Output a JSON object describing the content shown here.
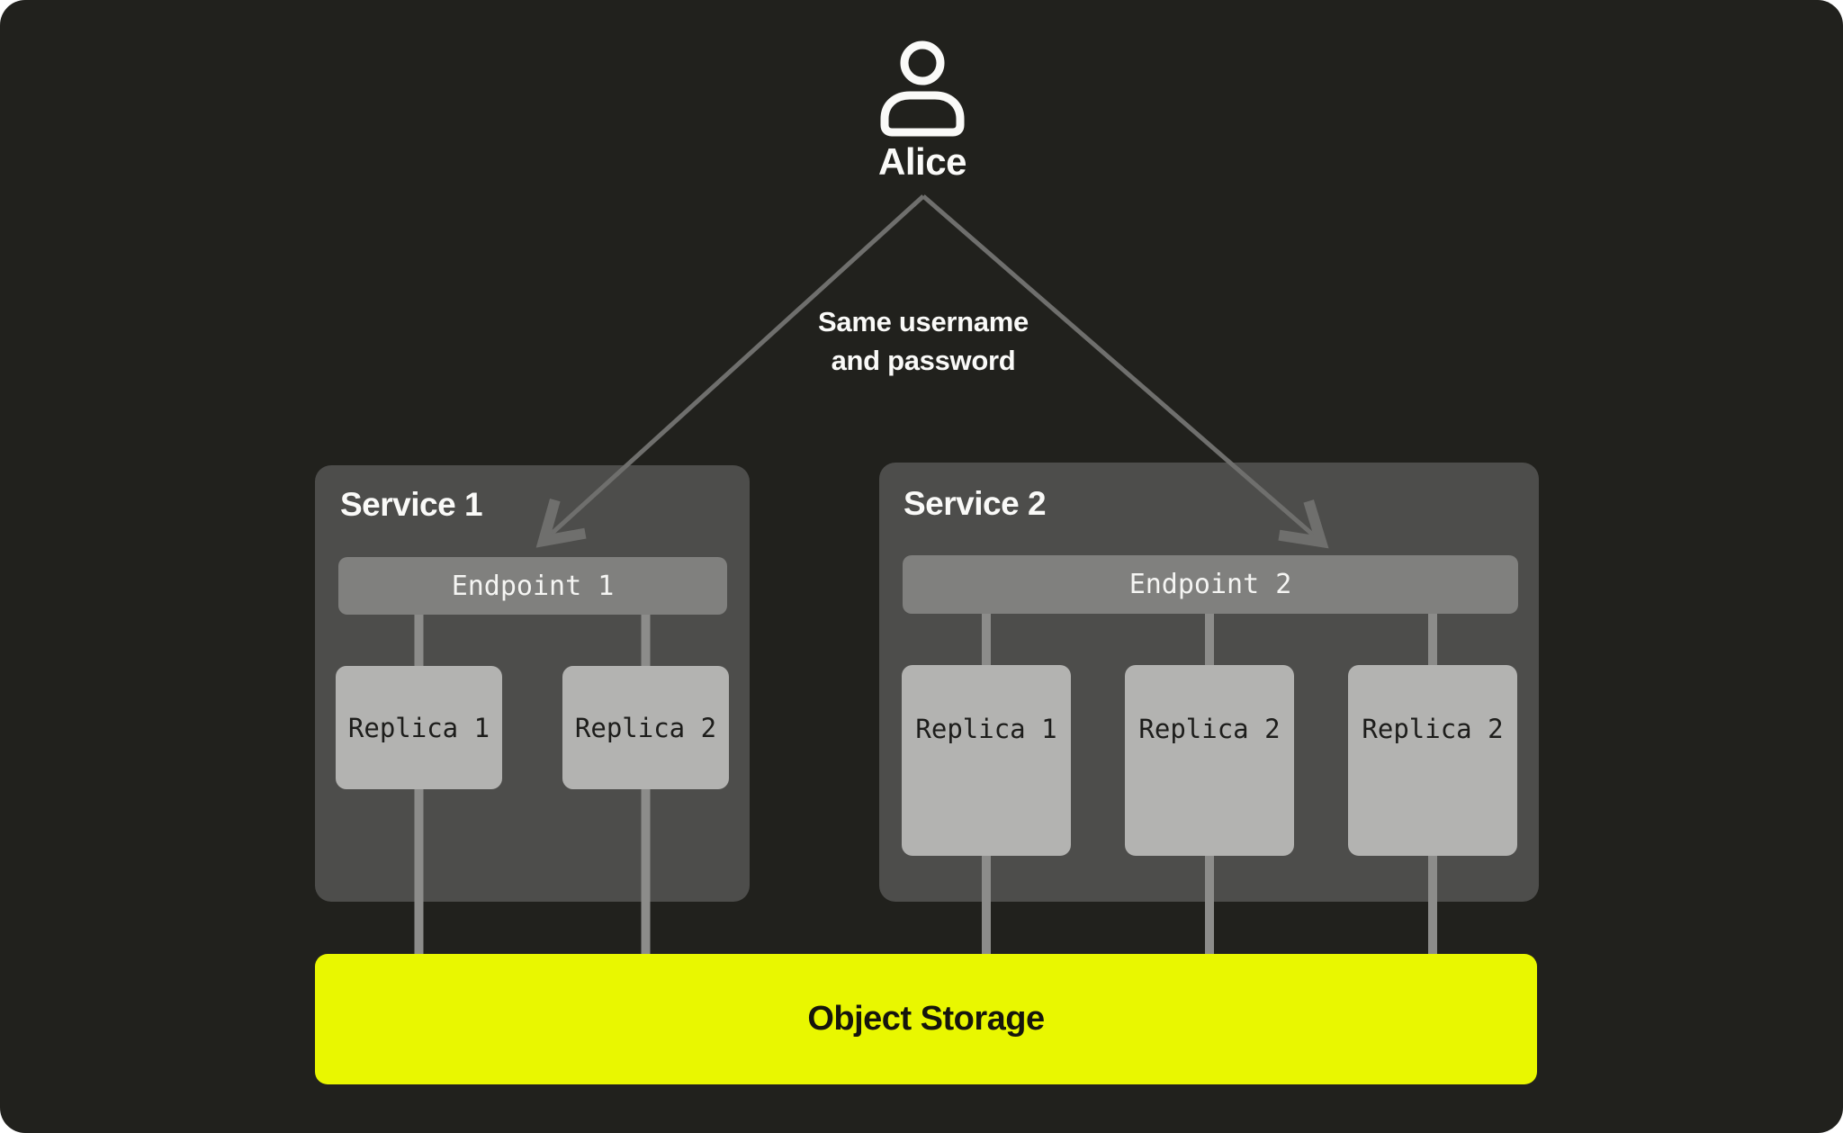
{
  "user": {
    "label": "Alice"
  },
  "caption": {
    "line1": "Same username",
    "line2": "and password"
  },
  "services": [
    {
      "title": "Service 1",
      "endpoint_label": "Endpoint 1",
      "replicas": [
        "Replica 1",
        "Replica 2"
      ]
    },
    {
      "title": "Service 2",
      "endpoint_label": "Endpoint 2",
      "replicas": [
        "Replica 1",
        "Replica 2",
        "Replica 2"
      ]
    }
  ],
  "storage": {
    "label": "Object Storage"
  },
  "colors": {
    "canvas_bg": "#21211D",
    "panel": "#4D4D4B",
    "endpoint": "#80807E",
    "replica": "#B3B3B1",
    "connector_line": "#8C8C8A",
    "arrow": "#6F6F6D",
    "storage": "#E9F700",
    "text_light": "#FAFAF8",
    "text_dark": "#1D1D1B"
  }
}
